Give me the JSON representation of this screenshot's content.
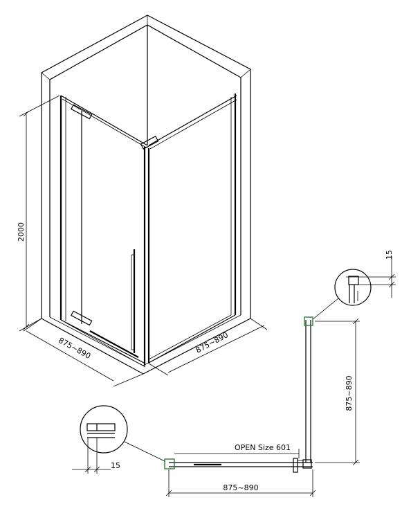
{
  "dimensions": {
    "height": "2000",
    "width_left": "875~890",
    "width_right": "875~890",
    "plan_side": "875~890",
    "plan_bottom": "875~890",
    "open_size": "OPEN Size 601",
    "detail_top": "15",
    "detail_bottom": "15"
  },
  "colors": {
    "line": "#000000",
    "detail": "#2e7d32"
  }
}
